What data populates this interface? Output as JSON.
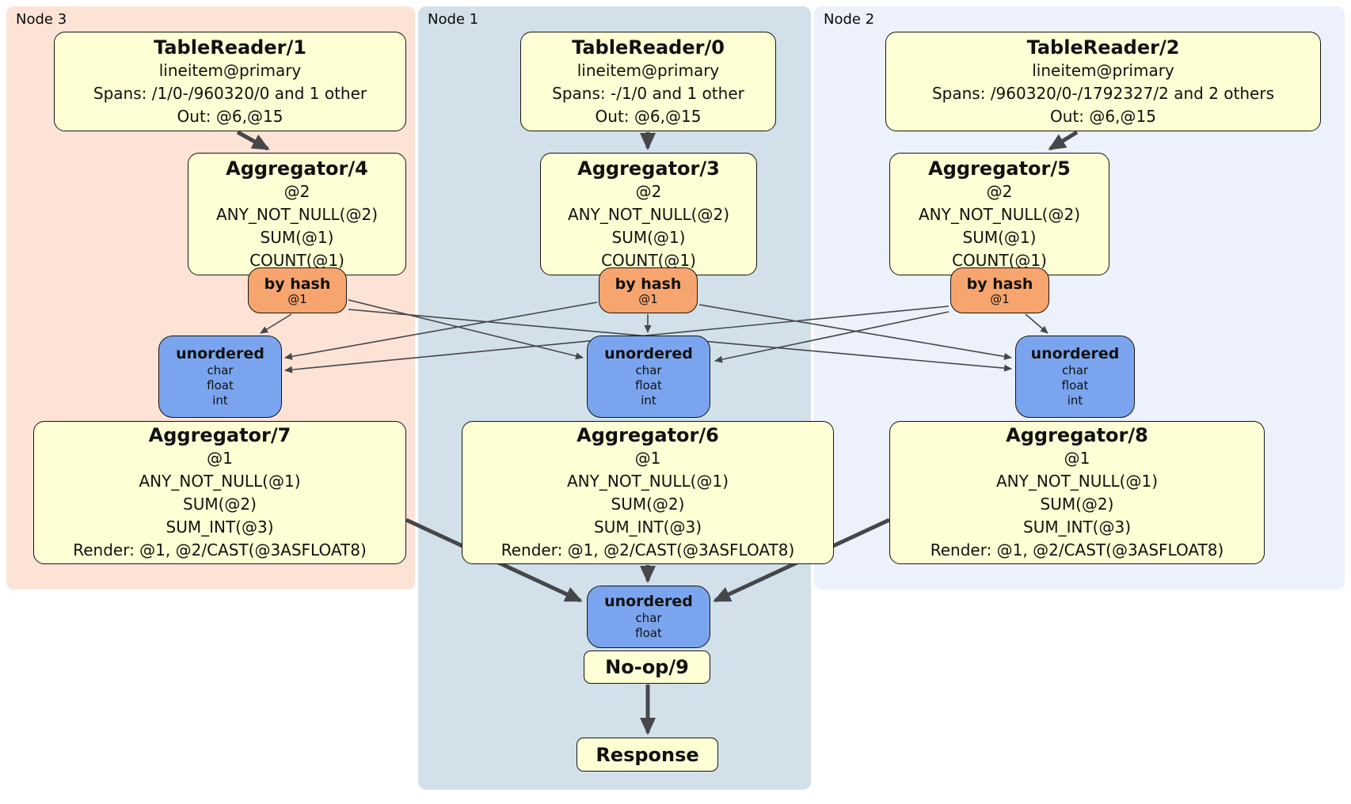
{
  "regions": {
    "node3": {
      "label": "Node 3"
    },
    "node1": {
      "label": "Node 1"
    },
    "node2": {
      "label": "Node 2"
    }
  },
  "nodes": {
    "tr1": {
      "title": "TableReader/1",
      "lines": [
        "lineitem@primary",
        "Spans: /1/0-/960320/0 and 1 other",
        "Out: @6,@15"
      ]
    },
    "tr0": {
      "title": "TableReader/0",
      "lines": [
        "lineitem@primary",
        "Spans: -/1/0 and 1 other",
        "Out: @6,@15"
      ]
    },
    "tr2": {
      "title": "TableReader/2",
      "lines": [
        "lineitem@primary",
        "Spans: /960320/0-/1792327/2 and 2 others",
        "Out: @6,@15"
      ]
    },
    "agg4": {
      "title": "Aggregator/4",
      "lines": [
        "@2",
        "ANY_NOT_NULL(@2)",
        "SUM(@1)",
        "COUNT(@1)"
      ]
    },
    "agg3": {
      "title": "Aggregator/3",
      "lines": [
        "@2",
        "ANY_NOT_NULL(@2)",
        "SUM(@1)",
        "COUNT(@1)"
      ]
    },
    "agg5": {
      "title": "Aggregator/5",
      "lines": [
        "@2",
        "ANY_NOT_NULL(@2)",
        "SUM(@1)",
        "COUNT(@1)"
      ]
    },
    "agg7": {
      "title": "Aggregator/7",
      "lines": [
        "@1",
        "ANY_NOT_NULL(@1)",
        "SUM(@2)",
        "SUM_INT(@3)",
        "Render: @1, @2/CAST(@3ASFLOAT8)"
      ]
    },
    "agg6": {
      "title": "Aggregator/6",
      "lines": [
        "@1",
        "ANY_NOT_NULL(@1)",
        "SUM(@2)",
        "SUM_INT(@3)",
        "Render: @1, @2/CAST(@3ASFLOAT8)"
      ]
    },
    "agg8": {
      "title": "Aggregator/8",
      "lines": [
        "@1",
        "ANY_NOT_NULL(@1)",
        "SUM(@2)",
        "SUM_INT(@3)",
        "Render: @1, @2/CAST(@3ASFLOAT8)"
      ]
    },
    "router4": {
      "title": "by hash",
      "lines": [
        "@1"
      ]
    },
    "router3": {
      "title": "by hash",
      "lines": [
        "@1"
      ]
    },
    "router5": {
      "title": "by hash",
      "lines": [
        "@1"
      ]
    },
    "sync7": {
      "title": "unordered",
      "lines": [
        "char",
        "float",
        "int"
      ]
    },
    "sync6": {
      "title": "unordered",
      "lines": [
        "char",
        "float",
        "int"
      ]
    },
    "sync8": {
      "title": "unordered",
      "lines": [
        "char",
        "float",
        "int"
      ]
    },
    "sync9": {
      "title": "unordered",
      "lines": [
        "char",
        "float"
      ]
    },
    "noop": {
      "title": "No-op/9"
    },
    "response": {
      "title": "Response"
    }
  },
  "colors": {
    "node3_bg": "#fce3d6",
    "node1_bg": "#d2e1e9",
    "node2_bg": "#edf1fb",
    "operator_fill": "#feffd4",
    "router_fill": "#f7a56e",
    "sync_fill": "#7aa5ee",
    "edge": "#45474a"
  }
}
